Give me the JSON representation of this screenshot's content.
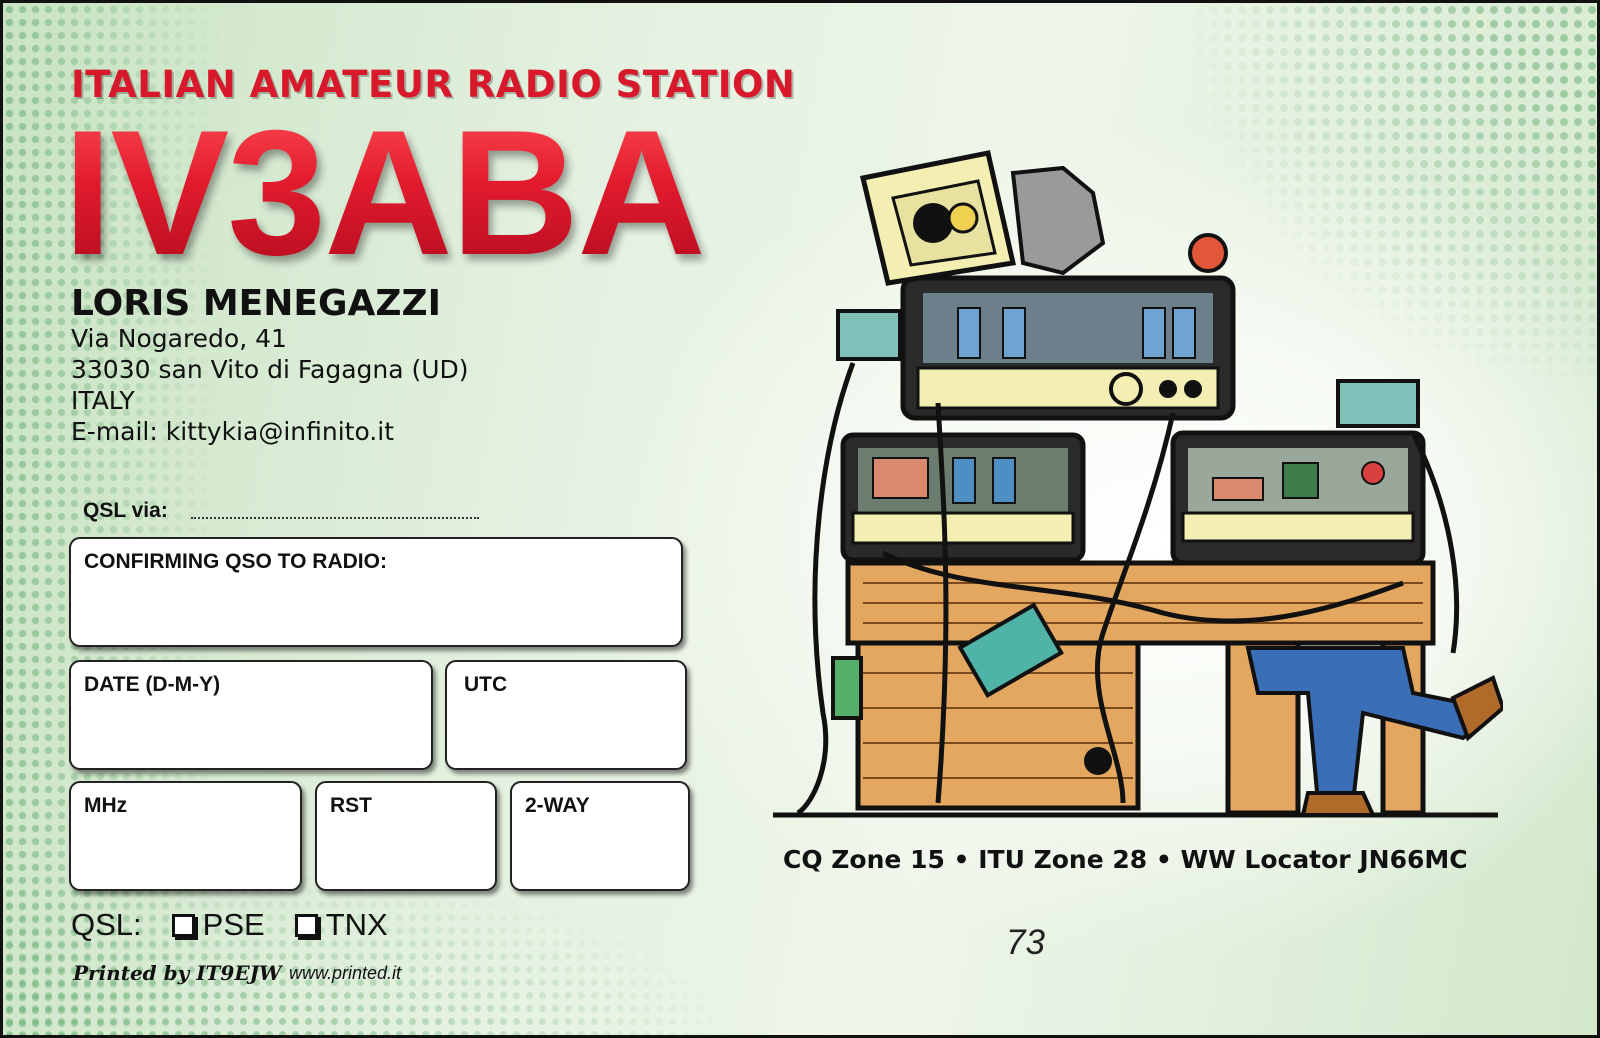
{
  "card": {
    "headline": "ITALIAN AMATEUR RADIO STATION",
    "callsign": "IV3ABA",
    "owner_name": "LORIS MENEGAZZI",
    "address": [
      "Via Nogaredo, 41",
      "33030 san Vito di Fagagna (UD)",
      "ITALY",
      "E-mail: kittykia@infinito.it"
    ]
  },
  "form": {
    "qsl_via_label": "QSL via:",
    "confirming_label": "CONFIRMING QSO TO RADIO:",
    "date_label": "DATE (D-M-Y)",
    "utc_label": "UTC",
    "mhz_label": "MHz",
    "rst_label": "RST",
    "two_way_label": "2-WAY",
    "qsl_label": "QSL:",
    "pse_label": "PSE",
    "tnx_label": "TNX"
  },
  "zones_text": "CQ Zone 15 • ITU Zone 28 • WW Locator JN66MC",
  "greeting": "73",
  "footer": {
    "printed_by": "Printed by IT9EJW",
    "website": "www.printed.it"
  },
  "colors": {
    "accent_red": "#e0192d",
    "background_green": "#d2e8cc",
    "dot_green": "#60aa6e"
  },
  "illustration": {
    "subject": "cartoon-radio-shack-with-stacked-equipment"
  }
}
